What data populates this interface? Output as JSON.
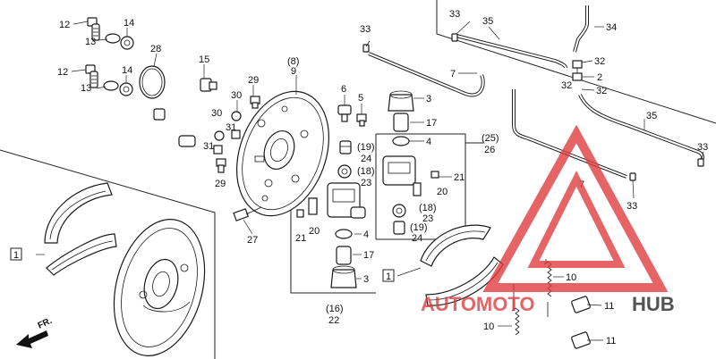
{
  "callouts": {
    "c12a": "12",
    "c14a": "14",
    "c13a": "13",
    "c28": "28",
    "c12b": "12",
    "c14b": "14",
    "c13b": "13",
    "c15": "15",
    "c30a": "30",
    "c29a": "29",
    "c30b": "30",
    "c31a": "31",
    "c31b": "31",
    "c29b": "29",
    "c8": "(8)",
    "c9": "9",
    "c27": "27",
    "c6": "6",
    "c5": "5",
    "c19a": "(19)",
    "c24a": "24",
    "c18a": "(18)",
    "c23a": "23",
    "c21a": "21",
    "c20a": "20",
    "c4a": "4",
    "c17a": "17",
    "c3a": "3",
    "c16": "(16)",
    "c22": "22",
    "c33a": "33",
    "c3b": "3",
    "c17b": "17",
    "c4b": "4",
    "c7a": "7",
    "c25": "(25)",
    "c26": "26",
    "c21b": "21",
    "c20b": "20",
    "c18b": "(18)",
    "c23b": "23",
    "c19b": "(19)",
    "c24b": "24",
    "c1a": "1",
    "c1b": "1",
    "c33b": "33",
    "c35a": "35",
    "c34": "34",
    "c32a": "32",
    "c2": "2",
    "c32b": "32",
    "c32c": "32",
    "c35b": "35",
    "c33c": "33",
    "c7b": "7",
    "c33d": "33",
    "c10a": "10",
    "c10b": "10",
    "c11a": "11",
    "c11b": "11"
  },
  "direction_label": "FR.",
  "watermark": {
    "brand_left": "AUTOMOTO",
    "brand_right": "HUB",
    "color": "#e0393b"
  }
}
